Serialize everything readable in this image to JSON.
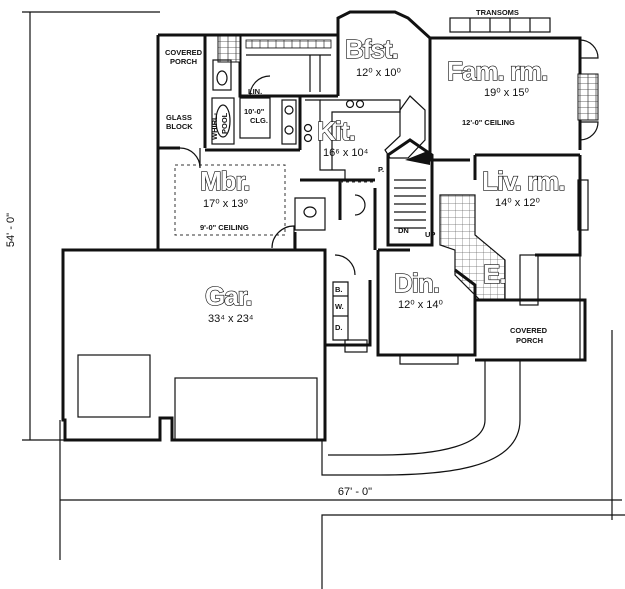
{
  "dimensions": {
    "width_overall": "67' - 0\"",
    "depth_overall": "54' - 0\""
  },
  "notes": {
    "transoms": "TRANSOMS",
    "covered_porch_rear": [
      "COVERED",
      "PORCH"
    ],
    "glass_block": [
      "GLASS",
      "BLOCK"
    ],
    "whirlpool": [
      "WHIRL-",
      "POOL"
    ],
    "ceiling_10": [
      "10'-0\"",
      "CLG."
    ],
    "linen": "LIN.",
    "fam_ceiling": "12'-0\" CEILING",
    "mbr_ceiling": "9'-0\" CEILING",
    "covered_porch_front": [
      "COVERED",
      "PORCH"
    ],
    "pantry": "P.",
    "down": "DN",
    "up": "UP",
    "b": "B.",
    "w": "W.",
    "d": "D."
  },
  "rooms": {
    "bfst": {
      "name": "Bfst.",
      "size": "12⁰ x 10⁰"
    },
    "fam": {
      "name": "Fam. rm.",
      "size": "19⁰ x 15⁰"
    },
    "kit": {
      "name": "Kit.",
      "size": "16⁶ x 10⁴"
    },
    "mbr": {
      "name": "Mbr.",
      "size": "17⁰ x 13⁰"
    },
    "liv": {
      "name": "Liv. rm.",
      "size": "14⁰ x 12⁰"
    },
    "gar": {
      "name": "Gar.",
      "size": "33⁴ x 23⁴"
    },
    "din": {
      "name": "Din.",
      "size": "12⁰ x 14⁰"
    },
    "entry": {
      "name": "E."
    }
  }
}
